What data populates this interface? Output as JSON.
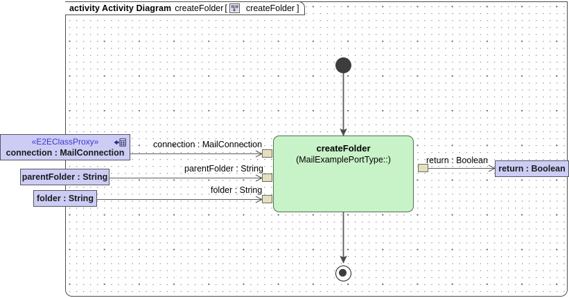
{
  "diagram": {
    "frame_title_keyword": "activity Activity Diagram",
    "frame_title_name": "createFolder",
    "bracket_open": "[",
    "bracket_close": "]",
    "frame_title_ref": "createFolder",
    "frame_icon": "activity-diagram-icon"
  },
  "colors": {
    "activity_fill": "#c8f2c8",
    "activity_border": "#4f6f4f",
    "object_fill": "#ccccf5",
    "object_border": "#55555f",
    "stereotype_text": "#3a3ad0",
    "pin_fill": "#e3dfc0",
    "pin_border": "#6b6b5a",
    "edge": "#4a4a4a",
    "node_fill": "#3d3d3d",
    "frame_border": "#4a4a4a"
  },
  "activity": {
    "name": "createFolder",
    "qualifier": "(MailExamplePortType::)"
  },
  "inputs": [
    {
      "id": "connection",
      "stereotype": "«E2EClassProxy»",
      "label": "connection : MailConnection",
      "icon": "class-proxy-icon",
      "edge_label": "connection : MailConnection"
    },
    {
      "id": "parentFolder",
      "stereotype": "",
      "label": "parentFolder : String",
      "icon": "",
      "edge_label": "parentFolder : String"
    },
    {
      "id": "folder",
      "stereotype": "",
      "label": "folder : String",
      "icon": "",
      "edge_label": "folder : String"
    }
  ],
  "outputs": [
    {
      "id": "return",
      "label": "return : Boolean",
      "edge_label": "return : Boolean"
    }
  ],
  "control_nodes": {
    "initial": "initial-node",
    "final": "activity-final-node"
  }
}
